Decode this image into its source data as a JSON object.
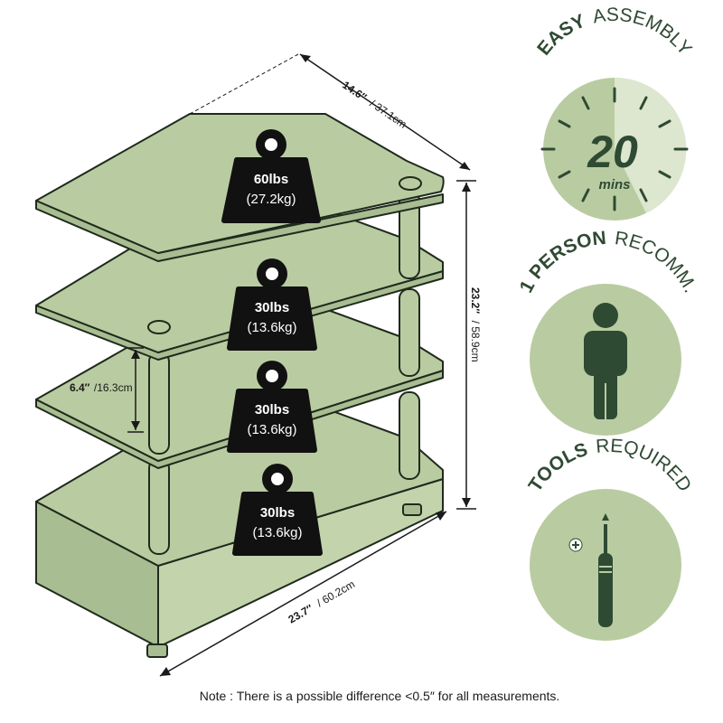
{
  "colors": {
    "shelf": "#b9cca1",
    "edge": "#1f2a1c",
    "dark_green": "#2f4a33",
    "badge_bg": "#b9cca1",
    "timer_light": "#dde6cf",
    "weight_fill": "#111111"
  },
  "dimensions": {
    "depth": {
      "imperial": "14.6″",
      "metric": "/ 37.1cm"
    },
    "height": {
      "imperial": "23.2″",
      "metric": "/ 58.9cm"
    },
    "spacing": {
      "imperial": "6.4″",
      "metric": "/16.3cm"
    },
    "width": {
      "imperial": "23.7″",
      "metric": "/ 60.2cm"
    }
  },
  "weights": [
    {
      "lbs": "60lbs",
      "kg": "(27.2kg)"
    },
    {
      "lbs": "30lbs",
      "kg": "(13.6kg)"
    },
    {
      "lbs": "30lbs",
      "kg": "(13.6kg)"
    },
    {
      "lbs": "30lbs",
      "kg": "(13.6kg)"
    }
  ],
  "badges": {
    "assembly": {
      "bold": "EASY",
      "rest": "ASSEMBLY",
      "number": "20",
      "unit": "mins",
      "icon": "timer-icon"
    },
    "person": {
      "bold": "1 PERSON",
      "rest": "RECOMM.",
      "icon": "person-icon"
    },
    "tools": {
      "bold": "TOOLS",
      "rest": "REQUIRED",
      "icon": "screwdriver-icon"
    }
  },
  "note": "Note : There is a possible difference <0.5″ for all measurements."
}
